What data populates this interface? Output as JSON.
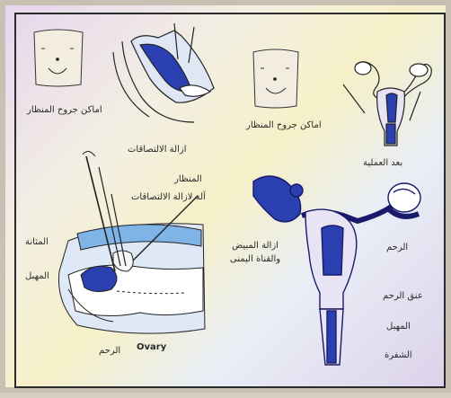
{
  "labels": {
    "incision_sites_top": "اماكن جروح المنظار",
    "incision_sites_right": "اماكن جروح المنظار",
    "adhesion_removal": "ازالة الالتصاقات",
    "laparoscope": "المنظار",
    "adhesion_tool": "آلة لازالة الالتصاقات",
    "bladder": "المثانة",
    "vagina_left": "المهبل",
    "uterus_bottom": "الرحم",
    "ovary": "Ovary",
    "after_surgery": "بعد العملية",
    "remove_ovary_tube": "ازالة المبيض والقناة اليمنى",
    "uterus_right": "الرحم",
    "cervix": "عنق الرحم",
    "vagina_right": "المهبل",
    "vulva": "الشفرة"
  }
}
